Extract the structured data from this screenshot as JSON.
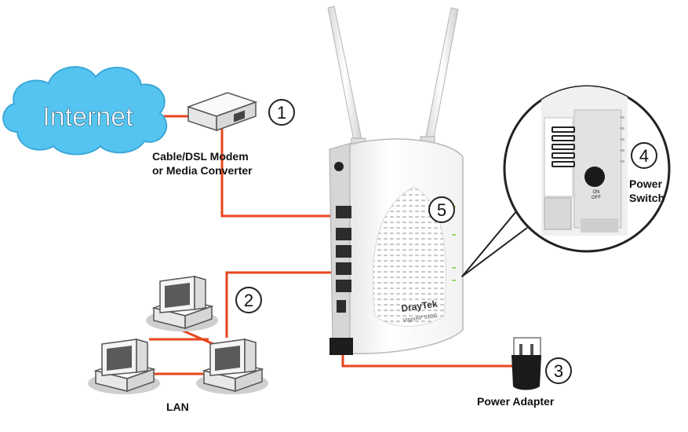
{
  "internet": {
    "label": "Internet",
    "cloud_color": "#55c4f0"
  },
  "modem": {
    "label_line1": "Cable/DSL Modem",
    "label_line2": "or Media Converter",
    "step": "1"
  },
  "lan": {
    "label": "LAN",
    "step": "2"
  },
  "power_adapter": {
    "label": "Power Adapter",
    "step": "3"
  },
  "power_switch": {
    "label_line1": "Power",
    "label_line2": "Switch",
    "step": "4",
    "on_off_line1": "ON",
    "on_off_line2": "OFF"
  },
  "wan_port": {
    "step": "5"
  },
  "router": {
    "brand": "DrayTek",
    "model": "VigorAP 910C"
  },
  "colors": {
    "cable": "#e8461e",
    "cloud": "#55c4f0",
    "base_shadow": "#d0d0d0"
  }
}
